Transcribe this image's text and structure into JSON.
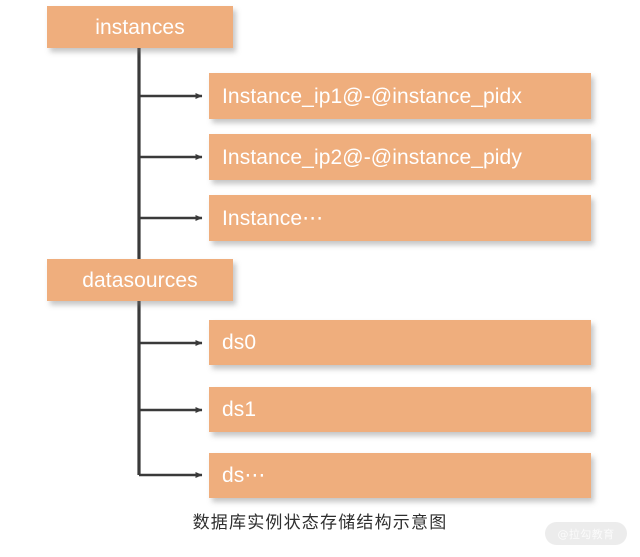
{
  "diagram": {
    "title": "数据库实例状态存储结构示意图",
    "colors": {
      "node_fill": "#efae7d",
      "node_text": "#ffffff",
      "connector": "#3a3a3a",
      "background": "#ffffff",
      "caption_text": "#2f2f2f",
      "watermark_pill": "#ececec",
      "watermark_text": "#fbfbfb"
    },
    "groups": [
      {
        "parent": {
          "label": "instances"
        },
        "children": [
          {
            "label": "Instance_ip1@-@instance_pidx"
          },
          {
            "label": "Instance_ip2@-@instance_pidy"
          },
          {
            "label": "Instance⋯"
          }
        ]
      },
      {
        "parent": {
          "label": "datasources"
        },
        "children": [
          {
            "label": "ds0"
          },
          {
            "label": "ds1"
          },
          {
            "label": "ds⋯"
          }
        ]
      }
    ]
  },
  "watermark": {
    "text": "@拉勾教育"
  }
}
